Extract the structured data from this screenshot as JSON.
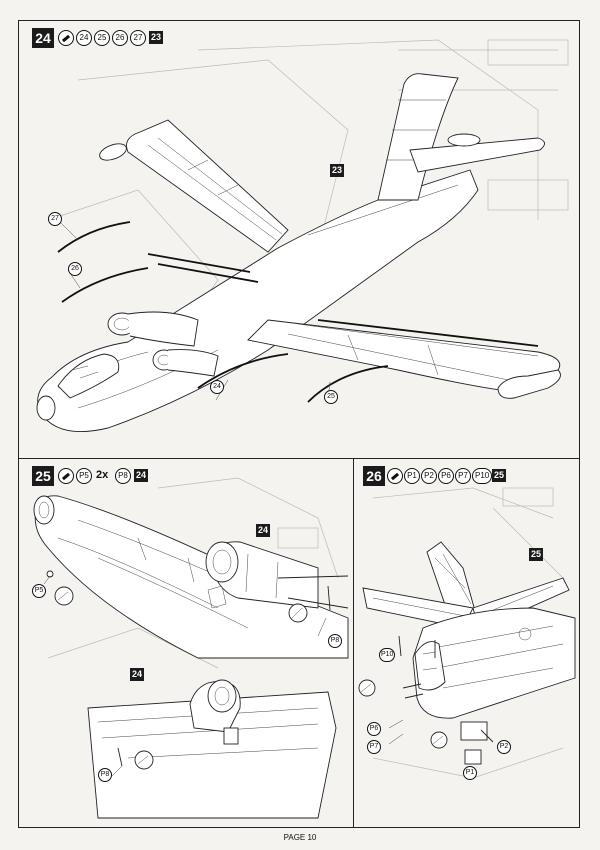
{
  "page": {
    "label": "PAGE 10"
  },
  "step24": {
    "number": "24",
    "parts": [
      "24",
      "25",
      "26",
      "27"
    ],
    "ref": "23",
    "assembly_ref": "23",
    "callouts": [
      "27",
      "26",
      "24",
      "25"
    ]
  },
  "step25": {
    "number": "25",
    "parts": [
      "P5"
    ],
    "multiplier": "2x",
    "parts2": [
      "P8"
    ],
    "ref": "24",
    "assembly_refs": [
      "24",
      "24"
    ],
    "callouts": [
      "P5",
      "P8",
      "P8"
    ]
  },
  "step26": {
    "number": "26",
    "parts": [
      "P1",
      "P2",
      "P6",
      "P7",
      "P10"
    ],
    "ref": "25",
    "assembly_ref": "25",
    "callouts": [
      "P10",
      "P6",
      "P7",
      "P2",
      "P1"
    ]
  }
}
